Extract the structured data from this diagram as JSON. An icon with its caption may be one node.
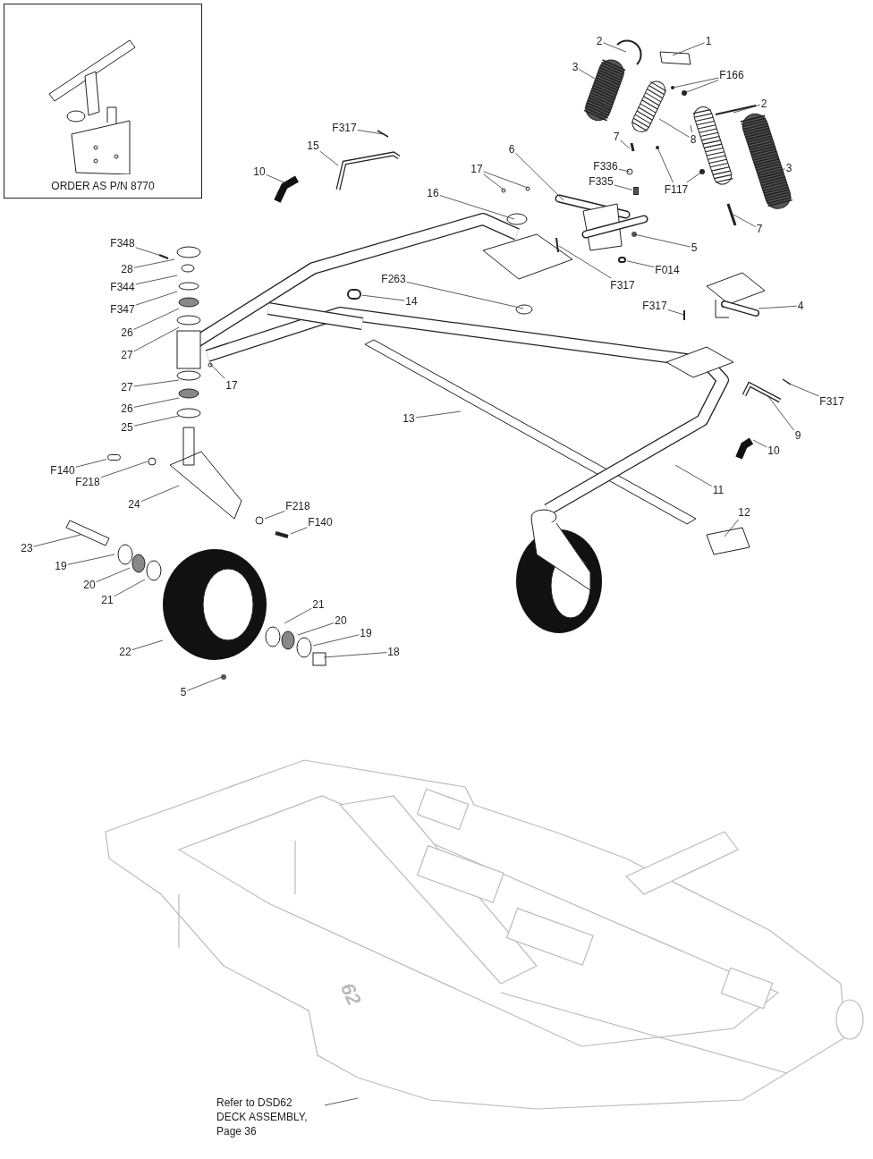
{
  "diagram": {
    "nodes": [
      {
        "text": [
          "ORDER AS P/N 8770"
        ]
      },
      {
        "text": [
          "2"
        ]
      },
      {
        "text": [
          "1"
        ]
      },
      {
        "text": [
          "3"
        ]
      },
      {
        "text": [
          "F166"
        ]
      },
      {
        "text": [
          "2"
        ]
      },
      {
        "text": [
          "F317"
        ]
      },
      {
        "text": [
          "7"
        ]
      },
      {
        "text": [
          "8"
        ]
      },
      {
        "text": [
          "15"
        ]
      },
      {
        "text": [
          "6"
        ]
      },
      {
        "text": [
          "F336"
        ]
      },
      {
        "text": [
          "3"
        ]
      },
      {
        "text": [
          "17"
        ]
      },
      {
        "text": [
          "10"
        ]
      },
      {
        "text": [
          "F335"
        ]
      },
      {
        "text": [
          "F117"
        ]
      },
      {
        "text": [
          "16"
        ]
      },
      {
        "text": [
          "7"
        ]
      },
      {
        "text": [
          "F348"
        ]
      },
      {
        "text": [
          "5"
        ]
      },
      {
        "text": [
          "F014"
        ]
      },
      {
        "text": [
          "28"
        ]
      },
      {
        "text": [
          "F317"
        ]
      },
      {
        "text": [
          "F263"
        ]
      },
      {
        "text": [
          "F344"
        ]
      },
      {
        "text": [
          "14"
        ]
      },
      {
        "text": [
          "F317"
        ]
      },
      {
        "text": [
          "4"
        ]
      },
      {
        "text": [
          "F347"
        ]
      },
      {
        "text": [
          "26"
        ]
      },
      {
        "text": [
          "27"
        ]
      },
      {
        "text": [
          "17"
        ]
      },
      {
        "text": [
          "27"
        ]
      },
      {
        "text": [
          "F317"
        ]
      },
      {
        "text": [
          "26"
        ]
      },
      {
        "text": [
          "13"
        ]
      },
      {
        "text": [
          "25"
        ]
      },
      {
        "text": [
          "9"
        ]
      },
      {
        "text": [
          "10"
        ]
      },
      {
        "text": [
          "F140"
        ]
      },
      {
        "text": [
          "F218"
        ]
      },
      {
        "text": [
          "11"
        ]
      },
      {
        "text": [
          "24"
        ]
      },
      {
        "text": [
          "F218"
        ]
      },
      {
        "text": [
          "12"
        ]
      },
      {
        "text": [
          "F140"
        ]
      },
      {
        "text": [
          "23"
        ]
      },
      {
        "text": [
          "19"
        ]
      },
      {
        "text": [
          "20"
        ]
      },
      {
        "text": [
          "21"
        ]
      },
      {
        "text": [
          "21"
        ]
      },
      {
        "text": [
          "20"
        ]
      },
      {
        "text": [
          "19"
        ]
      },
      {
        "text": [
          "22"
        ]
      },
      {
        "text": [
          "18"
        ]
      },
      {
        "text": [
          "5"
        ]
      },
      {
        "text": [
          "Refer to DSD62 DECK ASSEMBLY, Page 36"
        ]
      },
      {
        "text": [],
        "shape": "box"
      },
      {
        "text": [],
        "shape": "circle"
      },
      {
        "text": [],
        "shape": "circle"
      },
      {
        "text": [],
        "shape": "bar"
      }
    ],
    "edges": [
      {
        "from": 1,
        "to": null,
        "arrow": "none"
      },
      {
        "from": 2,
        "to": null,
        "arrow": "none"
      },
      {
        "from": 3,
        "to": null,
        "arrow": "none"
      },
      {
        "from": 4,
        "to": null,
        "arrow": "none"
      },
      {
        "from": 4,
        "to": null,
        "arrow": "none"
      },
      {
        "from": 5,
        "to": null,
        "arrow": "none"
      },
      {
        "from": 6,
        "to": null,
        "arrow": "none"
      },
      {
        "from": 7,
        "to": null,
        "arrow": "none"
      },
      {
        "from": 8,
        "to": null,
        "arrow": "none"
      },
      {
        "from": 8,
        "to": null,
        "arrow": "none"
      },
      {
        "from": 9,
        "to": null,
        "arrow": "none"
      },
      {
        "from": 10,
        "to": null,
        "arrow": "none"
      },
      {
        "from": 11,
        "to": null,
        "arrow": "none"
      },
      {
        "from": 12,
        "to": null,
        "arrow": "none"
      },
      {
        "from": 13,
        "to": null,
        "arrow": "none"
      },
      {
        "from": 13,
        "to": null,
        "arrow": "none"
      },
      {
        "from": 14,
        "to": null,
        "arrow": "none"
      },
      {
        "from": 15,
        "to": 58,
        "arrow": "none"
      },
      {
        "from": 16,
        "to": null,
        "arrow": "none"
      },
      {
        "from": 16,
        "to": null,
        "arrow": "none"
      },
      {
        "from": 17,
        "to": null,
        "arrow": "none"
      },
      {
        "from": 18,
        "to": null,
        "arrow": "none"
      },
      {
        "from": 19,
        "to": null,
        "arrow": "none"
      },
      {
        "from": 20,
        "to": null,
        "arrow": "none"
      },
      {
        "from": 21,
        "to": 59,
        "arrow": "none"
      },
      {
        "from": 22,
        "to": null,
        "arrow": "none"
      },
      {
        "from": 23,
        "to": null,
        "arrow": "none"
      },
      {
        "from": 24,
        "to": null,
        "arrow": "none"
      },
      {
        "from": 25,
        "to": null,
        "arrow": "none"
      },
      {
        "from": 26,
        "to": 60,
        "arrow": "none"
      },
      {
        "from": 27,
        "to": null,
        "arrow": "none"
      },
      {
        "from": 28,
        "to": null,
        "arrow": "none"
      },
      {
        "from": 29,
        "to": null,
        "arrow": "none"
      },
      {
        "from": 30,
        "to": null,
        "arrow": "none"
      },
      {
        "from": 31,
        "to": null,
        "arrow": "none"
      },
      {
        "from": 32,
        "to": null,
        "arrow": "none"
      },
      {
        "from": 33,
        "to": null,
        "arrow": "none"
      },
      {
        "from": 34,
        "to": null,
        "arrow": "none"
      },
      {
        "from": 35,
        "to": null,
        "arrow": "none"
      },
      {
        "from": 36,
        "to": null,
        "arrow": "none"
      },
      {
        "from": 37,
        "to": null,
        "arrow": "none"
      },
      {
        "from": 38,
        "to": null,
        "arrow": "none"
      },
      {
        "from": 39,
        "to": null,
        "arrow": "none"
      },
      {
        "from": 40,
        "to": 61,
        "arrow": "none"
      },
      {
        "from": 41,
        "to": null,
        "arrow": "none"
      },
      {
        "from": 42,
        "to": null,
        "arrow": "none"
      },
      {
        "from": 43,
        "to": null,
        "arrow": "none"
      },
      {
        "from": 44,
        "to": null,
        "arrow": "none"
      },
      {
        "from": 45,
        "to": null,
        "arrow": "none"
      },
      {
        "from": 46,
        "to": null,
        "arrow": "none"
      },
      {
        "from": 47,
        "to": null,
        "arrow": "none"
      },
      {
        "from": 48,
        "to": null,
        "arrow": "none"
      },
      {
        "from": 49,
        "to": null,
        "arrow": "none"
      },
      {
        "from": 50,
        "to": null,
        "arrow": "none"
      },
      {
        "from": 51,
        "to": null,
        "arrow": "none"
      },
      {
        "from": 52,
        "to": null,
        "arrow": "none"
      },
      {
        "from": 53,
        "to": null,
        "arrow": "none"
      },
      {
        "from": 54,
        "to": null,
        "arrow": "none"
      },
      {
        "from": 55,
        "to": null,
        "arrow": "none"
      },
      {
        "from": 56,
        "to": null,
        "arrow": "none"
      },
      {
        "from": 57,
        "to": null,
        "arrow": "none"
      }
    ],
    "labels": [
      "62"
    ]
  }
}
